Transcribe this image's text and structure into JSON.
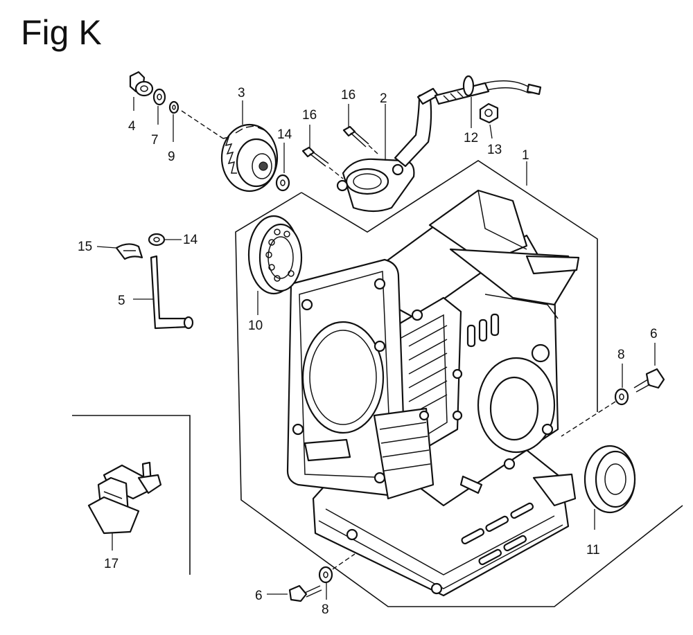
{
  "figure": {
    "title": "Fig K"
  },
  "callouts": [
    {
      "id": "c1",
      "text": "1"
    },
    {
      "id": "c2",
      "text": "2"
    },
    {
      "id": "c3",
      "text": "3"
    },
    {
      "id": "c4",
      "text": "4"
    },
    {
      "id": "c5",
      "text": "5"
    },
    {
      "id": "c6a",
      "text": "6"
    },
    {
      "id": "c6b",
      "text": "6"
    },
    {
      "id": "c7",
      "text": "7"
    },
    {
      "id": "c8a",
      "text": "8"
    },
    {
      "id": "c8b",
      "text": "8"
    },
    {
      "id": "c9",
      "text": "9"
    },
    {
      "id": "c10",
      "text": "10"
    },
    {
      "id": "c11",
      "text": "11"
    },
    {
      "id": "c12",
      "text": "12"
    },
    {
      "id": "c13",
      "text": "13"
    },
    {
      "id": "c14a",
      "text": "14"
    },
    {
      "id": "c14b",
      "text": "14"
    },
    {
      "id": "c15",
      "text": "15"
    },
    {
      "id": "c16a",
      "text": "16"
    },
    {
      "id": "c16b",
      "text": "16"
    },
    {
      "id": "c17",
      "text": "17"
    }
  ],
  "colors": {
    "line": "#111111",
    "background": "#ffffff",
    "shade": "#d8d8d8"
  }
}
